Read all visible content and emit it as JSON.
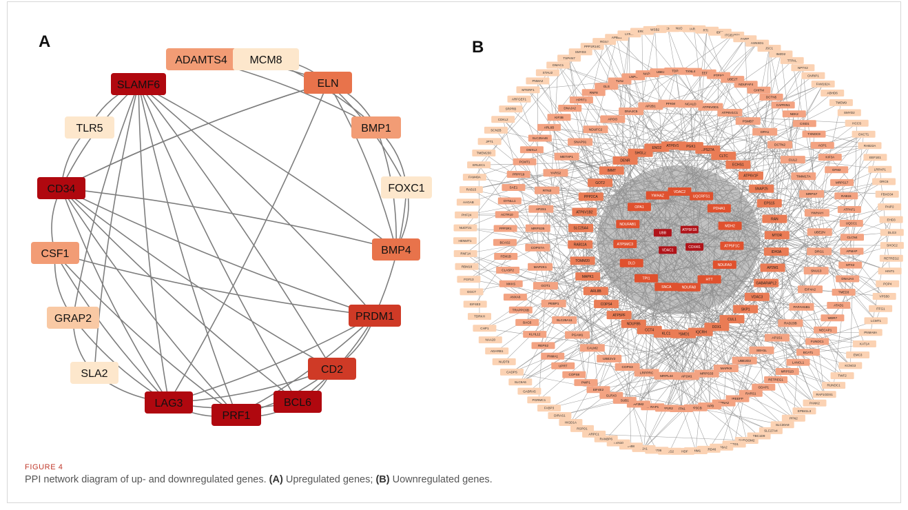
{
  "panel_a": {
    "label": "A",
    "colors": {
      "darkred": "#b0080f",
      "red": "#cf3a26",
      "orange": "#e8734b",
      "salmon": "#f29c75",
      "peach": "#f9c9a4",
      "cream": "#fde7cc"
    },
    "nodes": [
      {
        "id": "ADAMTS4",
        "color": "salmon"
      },
      {
        "id": "MCM8",
        "color": "cream"
      },
      {
        "id": "ELN",
        "color": "orange"
      },
      {
        "id": "SLAMF6",
        "color": "darkred"
      },
      {
        "id": "TLR5",
        "color": "cream"
      },
      {
        "id": "BMP1",
        "color": "salmon"
      },
      {
        "id": "FOXC1",
        "color": "cream"
      },
      {
        "id": "CD34",
        "color": "darkred"
      },
      {
        "id": "CSF1",
        "color": "salmon"
      },
      {
        "id": "BMP4",
        "color": "orange"
      },
      {
        "id": "GRAP2",
        "color": "peach"
      },
      {
        "id": "PRDM1",
        "color": "red"
      },
      {
        "id": "SLA2",
        "color": "cream"
      },
      {
        "id": "CD2",
        "color": "red"
      },
      {
        "id": "LAG3",
        "color": "darkred"
      },
      {
        "id": "BCL6",
        "color": "darkred"
      },
      {
        "id": "PRF1",
        "color": "darkred"
      }
    ],
    "edges": [
      [
        "ADAMTS4",
        "MCM8"
      ],
      [
        "ADAMTS4",
        "ELN"
      ],
      [
        "MCM8",
        "ELN"
      ],
      [
        "ADAMTS4",
        "BMP1"
      ],
      [
        "MCM8",
        "BMP1"
      ],
      [
        "ELN",
        "BMP1"
      ],
      [
        "ELN",
        "FOXC1"
      ],
      [
        "ELN",
        "BMP4"
      ],
      [
        "ELN",
        "CD34"
      ],
      [
        "ELN",
        "LAG3"
      ],
      [
        "BMP1",
        "FOXC1"
      ],
      [
        "BMP1",
        "BMP4"
      ],
      [
        "FOXC1",
        "BMP4"
      ],
      [
        "FOXC1",
        "PRDM1"
      ],
      [
        "BMP4",
        "CD34"
      ],
      [
        "SLAMF6",
        "TLR5"
      ],
      [
        "SLAMF6",
        "CD34"
      ],
      [
        "SLAMF6",
        "LAG3"
      ],
      [
        "SLAMF6",
        "PRF1"
      ],
      [
        "SLAMF6",
        "BCL6"
      ],
      [
        "SLAMF6",
        "CD2"
      ],
      [
        "SLAMF6",
        "PRDM1"
      ],
      [
        "SLAMF6",
        "BMP4"
      ],
      [
        "SLAMF6",
        "SLA2"
      ],
      [
        "SLAMF6",
        "GRAP2"
      ],
      [
        "CD34",
        "LAG3"
      ],
      [
        "CD34",
        "PRF1"
      ],
      [
        "CD34",
        "BCL6"
      ],
      [
        "CD34",
        "CD2"
      ],
      [
        "CD34",
        "PRDM1"
      ],
      [
        "CD34",
        "CSF1"
      ],
      [
        "CD34",
        "ELN"
      ],
      [
        "CSF1",
        "GRAP2"
      ],
      [
        "CSF1",
        "LAG3"
      ],
      [
        "CSF1",
        "PRF1"
      ],
      [
        "GRAP2",
        "SLA2"
      ],
      [
        "GRAP2",
        "LAG3"
      ],
      [
        "SLA2",
        "LAG3"
      ],
      [
        "LAG3",
        "PRF1"
      ],
      [
        "LAG3",
        "BCL6"
      ],
      [
        "LAG3",
        "CD2"
      ],
      [
        "LAG3",
        "PRDM1"
      ],
      [
        "PRF1",
        "BCL6"
      ],
      [
        "PRF1",
        "CD2"
      ],
      [
        "PRF1",
        "PRDM1"
      ],
      [
        "BCL6",
        "CD2"
      ],
      [
        "BCL6",
        "PRDM1"
      ],
      [
        "CD2",
        "PRDM1"
      ],
      [
        "CSF1",
        "PRDM1"
      ],
      [
        "TLR5",
        "CD34"
      ]
    ]
  },
  "panel_b": {
    "label": "B",
    "colors": {
      "center": "#b0141a",
      "inner": "#e0512e",
      "mid": "#ea7c55",
      "outer2": "#f3a382",
      "outer": "#fbd2b3"
    },
    "center_nodes": [
      "ATP5F1B",
      "COX4I1",
      "VDAC1",
      "UBB"
    ],
    "inner_nodes": [
      "YWHAZ",
      "VDAC2",
      "UQCRFS1",
      "PDHA1",
      "MDH2",
      "ATP5F1C",
      "NDUFA9",
      "HTT",
      "NDUFA8",
      "SNCA",
      "TPI1",
      "DLD",
      "ATP5MC3",
      "NDUFAB1",
      "OPA1"
    ],
    "ring3_nodes": [
      "RPS27A",
      "CLTC",
      "ECHS1",
      "ATP6V1F",
      "SNAP25",
      "EPS15",
      "RAN",
      "MTOR",
      "IDH3A",
      "AP2M1",
      "GABARAPL2",
      "VDAC3",
      "SKP1",
      "CUL1",
      "DDX1",
      "UQCRH",
      "PSMD1",
      "KLC1",
      "CCT4",
      "NDUFB5",
      "ATP5PF",
      "COPS4",
      "ARL8B",
      "MAPK1",
      "TOMM20",
      "RAB11A",
      "SLC25A4",
      "ATP6V1B2",
      "PPP2CA",
      "GOT2",
      "IMMT",
      "DENR",
      "SHGL2",
      "ENO2",
      "ATP6V1A",
      "PGK1"
    ],
    "ring4_nodes": [
      "AP2B1",
      "PFKM",
      "NCALD",
      "ATP6V0D1",
      "ATP6V1C1",
      "PSMB7",
      "DPA1",
      "DCTN2",
      "CUL2",
      "TIMM17A",
      "MRPS7",
      "YWHAH",
      "UBE2N",
      "DRG1",
      "SNU13",
      "EIF4A2",
      "PAFAH1B1",
      "RAD23B",
      "AP1S1",
      "SEH1L",
      "UBE2D2",
      "MAPK9",
      "MRPS33",
      "AP1M1",
      "MRPL44",
      "LRPPRC",
      "COPS3",
      "UBE2V2",
      "CALM2",
      "PGAM1",
      "SLC25A11",
      "PEBP1",
      "GOT1",
      "MAP2K1",
      "COPS7A",
      "MRPS35",
      "AP2S1",
      "RTN3",
      "YARS2",
      "METAP1",
      "SNAP91",
      "NDUFC2",
      "APOO",
      "DNAJC5"
    ],
    "ring5_nodes": [
      "REEP1",
      "PTPN3",
      "UBE2T",
      "NDUFAF4",
      "GHITM",
      "DCTN5",
      "CAPRIN1",
      "NEK2",
      "CISD1",
      "TXNDC9",
      "ACP1",
      "KIF3A",
      "GFM2",
      "MRPS17",
      "RAB15",
      "ATPAF1",
      "UQCC1",
      "CLCN4",
      "APMAP",
      "MTX2",
      "DNAJA4",
      "TMED3",
      "ATAD1",
      "WDR7",
      "NECAP1",
      "FUNDC1",
      "BCAT1",
      "LANCL1",
      "MRPS23",
      "RETREG1",
      "GDAP1",
      "RARS1",
      "IREEFP",
      "KPNA2",
      "VAPB",
      "PPP3CB",
      "RTN1",
      "PPP1R2",
      "TPRAP1",
      "AP3M2",
      "SUB1",
      "GLRX3",
      "EIF4E2",
      "PWP1",
      "COPS8",
      "UPRT",
      "PNMA1",
      "REPS2",
      "KLHL12",
      "BAG5",
      "TRAPPC6B",
      "ANXA6",
      "MKKS",
      "CLASP2",
      "FEM1B",
      "BCAS2",
      "PPP3R1",
      "ACTR10",
      "DYNLL1",
      "SAE1",
      "PRPF19",
      "PCMT1",
      "DMXL2",
      "SLC25A46",
      "ARL6B",
      "KIF3B",
      "DNAJA2",
      "HPRT1",
      "RNF8",
      "GLS",
      "TLN2",
      "LNPK",
      "NAPB",
      "UBE2F",
      "TDP2",
      "TXNL4"
    ],
    "outer_nodes": [
      "MCM8",
      "NUDT2",
      "IARAI",
      "RTL6",
      "IDFP",
      "ITGB1BP1",
      "FARP",
      "ASNSD1",
      "JSC1",
      "IMZD2",
      "TTPAL",
      "NPTX2",
      "CNRIP1",
      "FAM162A",
      "ABHD6",
      "TMEM9",
      "SMYD2",
      "HCCS",
      "OXCT1",
      "RAB22A",
      "EEF1E1",
      "LRPAP1",
      "ORC6",
      "FBXO34",
      "PAIP2",
      "EHD3",
      "DLG3",
      "SHOC2",
      "RETREG2",
      "HINT1",
      "POP4",
      "VPS50",
      "ITFG1",
      "LCMT1",
      "PNMA8A",
      "KAT14",
      "EMC3",
      "KCNG3",
      "TWF2",
      "RUNDC1",
      "RAP1GDS1",
      "PANK2",
      "EPB41L3",
      "PFN2",
      "SLC30A9",
      "SLC27A4",
      "TBC1D9",
      "SHROOM2",
      "OTO1",
      "ATP8A2",
      "ANKRD46",
      "SMIM1",
      "YTHDF",
      "DLG2",
      "NF706",
      "PJA1",
      "IAB8",
      "TXN10",
      "RANBP6",
      "ARPC1",
      "RSPO1",
      "HIGD1A",
      "DIRAS1",
      "FABP3",
      "PGRMC1",
      "GABRA5",
      "SLC9A6",
      "CADPS",
      "NUDT9",
      "ADARB1",
      "NAA20",
      "CHP1",
      "TDRKH",
      "EIF4E3",
      "GGCT",
      "FGF13",
      "RBM18",
      "RNF14",
      "HENMT1",
      "NUDT21",
      "PHF24",
      "AAGAB",
      "RAB15",
      "FAM49A",
      "ERLEC1",
      "TMEM230",
      "JPT1",
      "SCN2B",
      "CDKL2",
      "SRPRB",
      "ARFGEF1",
      "MTERF1",
      "PNMA2",
      "STAU2",
      "DMAC1",
      "TSPAN7",
      "SMYD3",
      "PPP1R14C",
      "RGS7",
      "APBB1",
      "LYRM",
      "ERC2",
      "WSB2"
    ]
  },
  "caption": {
    "figure_label": "FIGURE 4",
    "text_prefix": "PPI network diagram of up- and downregulated genes. ",
    "part_a_label": "(A)",
    "part_a_text": " Upregulated genes; ",
    "part_b_label": "(B)",
    "part_b_text": " Uownregulated genes."
  }
}
